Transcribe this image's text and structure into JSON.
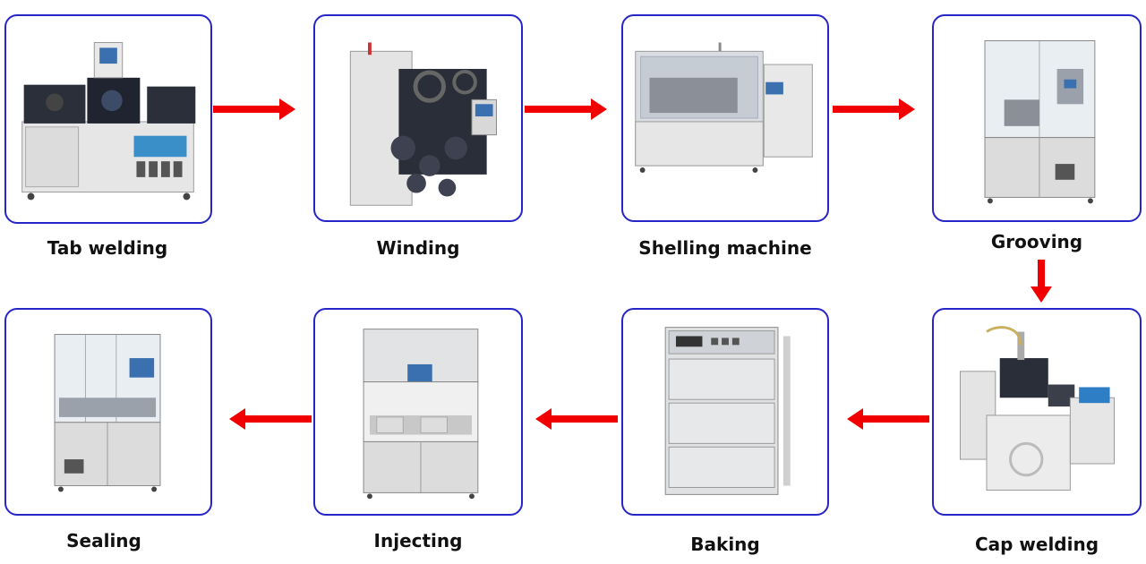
{
  "colors": {
    "card_border": "#2626c8",
    "arrow": "#f00000"
  },
  "steps": [
    {
      "label": "Tab welding",
      "icon": "tab-welding-machine-icon"
    },
    {
      "label": "Winding",
      "icon": "winding-machine-icon"
    },
    {
      "label": "Shelling machine",
      "icon": "shelling-machine-icon"
    },
    {
      "label": "Grooving",
      "icon": "grooving-machine-icon"
    },
    {
      "label": "Cap welding",
      "icon": "cap-welding-machine-icon"
    },
    {
      "label": "Baking",
      "icon": "baking-oven-icon"
    },
    {
      "label": "Injecting",
      "icon": "injecting-machine-icon"
    },
    {
      "label": "Sealing",
      "icon": "sealing-machine-icon"
    }
  ]
}
